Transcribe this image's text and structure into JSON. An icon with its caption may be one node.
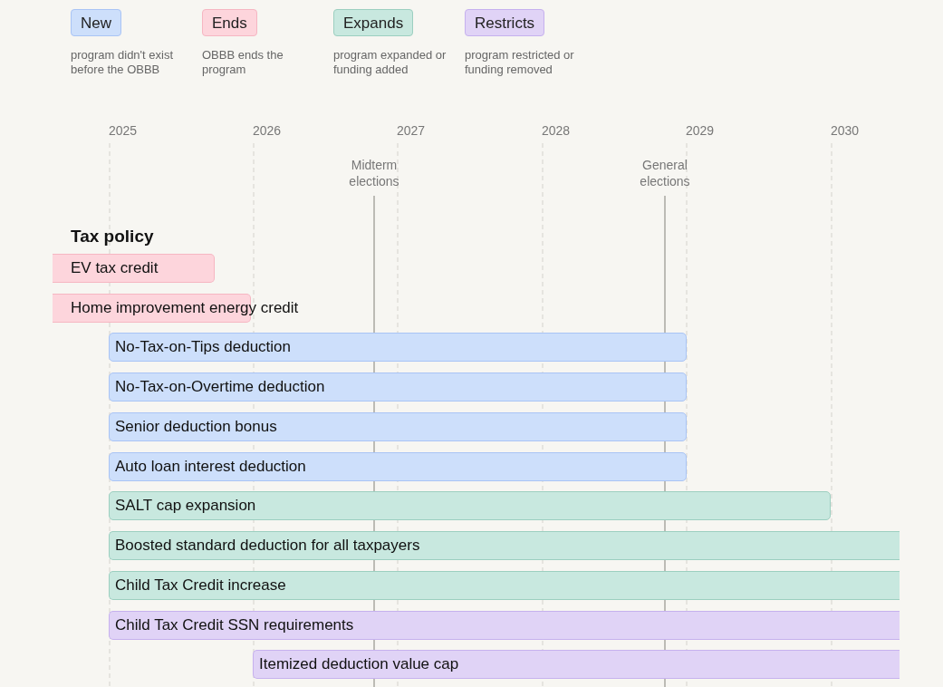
{
  "diagram": {
    "nodes": [
      {
        "text": [
          "EV tax credit"
        ]
      },
      {
        "text": [
          "Home improvement energy credit"
        ]
      },
      {
        "text": [
          "No-Tax-on-Tips deduction"
        ]
      },
      {
        "text": [
          "No-Tax-on-Overtime deduction"
        ]
      },
      {
        "text": [
          "Senior deduction bonus"
        ]
      },
      {
        "text": [
          "Auto loan interest deduction"
        ]
      },
      {
        "text": [
          "SALT cap expansion"
        ]
      },
      {
        "text": [
          "Boosted standard deduction for all taxpayers"
        ]
      },
      {
        "text": [
          "Child Tax Credit increase"
        ]
      },
      {
        "text": [
          "Child Tax Credit SSN requirements"
        ]
      },
      {
        "text": [
          "Itemized deduction value cap"
        ]
      }
    ],
    "labels": [
      "program didn't exist before the OBBB",
      "OBBB ends the program",
      "program expanded or funding added",
      "program restricted or funding removed",
      "2025",
      "2026",
      "2027",
      "2028",
      "2029",
      "2030",
      "Midterm elections",
      "General elections",
      "Tax policy"
    ],
    "legend": [
      {
        "text": "New",
        "color": "#cddffb"
      },
      {
        "text": "Ends",
        "color": "#fdd5dc"
      },
      {
        "text": "Expands",
        "color": "#c8e8df"
      },
      {
        "text": "Restricts",
        "color": "#e0d3f6"
      }
    ]
  }
}
